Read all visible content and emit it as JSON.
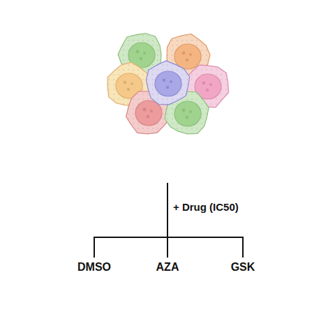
{
  "diagram": {
    "labels": [
      "+ Drug (IC50)",
      "DMSO",
      "AZA",
      "GSK"
    ]
  }
}
